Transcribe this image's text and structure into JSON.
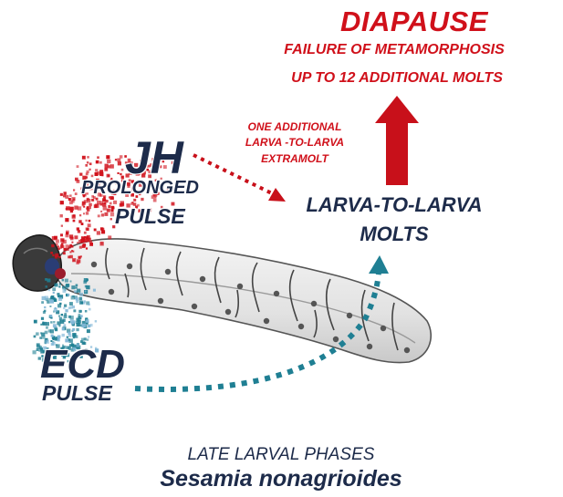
{
  "diapause": {
    "title": "DIAPAUSE",
    "line1": "FAILURE OF METAMORPHOSIS",
    "line2": "UP TO 12 ADDITIONAL MOLTS"
  },
  "extramolt": {
    "line1": "ONE ADDITIONAL",
    "line2": "LARVA -TO-LARVA",
    "line3": "EXTRAMOLT"
  },
  "jh": {
    "title": "JH",
    "line1": "PROLONGED",
    "line2": "PULSE"
  },
  "larva_molts": {
    "line1": "LARVA-TO-LARVA",
    "line2": "MOLTS"
  },
  "ecd": {
    "title": "ECD",
    "line1": "PULSE"
  },
  "caption": {
    "phase": "LATE LARVAL PHASES",
    "species": "Sesamia nonagrioides"
  },
  "colors": {
    "red_accent": "#d0101a",
    "teal_accent": "#1f7f93",
    "navy_text": "#1d2b4a",
    "larva_body": "#e4e4e4",
    "larva_outline": "#555555"
  },
  "icons": {
    "larva": "larva-illustration",
    "jh_particles": "red-particle-cloud",
    "ecd_particles": "blue-particle-cloud"
  }
}
